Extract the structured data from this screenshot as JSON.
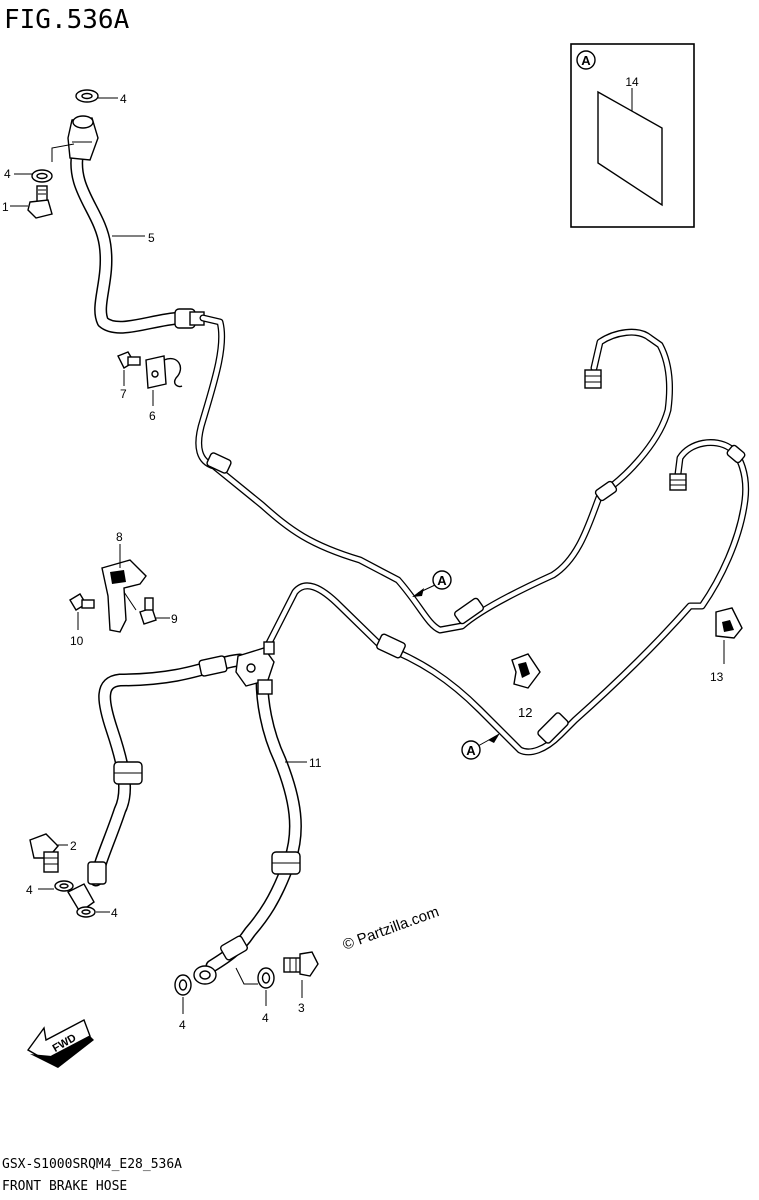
{
  "diagram": {
    "title": "FIG.536A",
    "footer_code": "GSX-S1000SRQM4_E28_536A",
    "footer_name": "FRONT BRAKE HOSE",
    "watermark": "© Partzilla.com",
    "fwd_label": "FWD",
    "inset_marker": "A",
    "connector_marker": "A",
    "callouts": {
      "c1": "1",
      "c2": "2",
      "c3": "3",
      "c4": "4",
      "c5": "5",
      "c6": "6",
      "c7": "7",
      "c8": "8",
      "c9": "9",
      "c10": "10",
      "c11": "11",
      "c12": "12",
      "c13": "13",
      "c14": "14"
    }
  }
}
